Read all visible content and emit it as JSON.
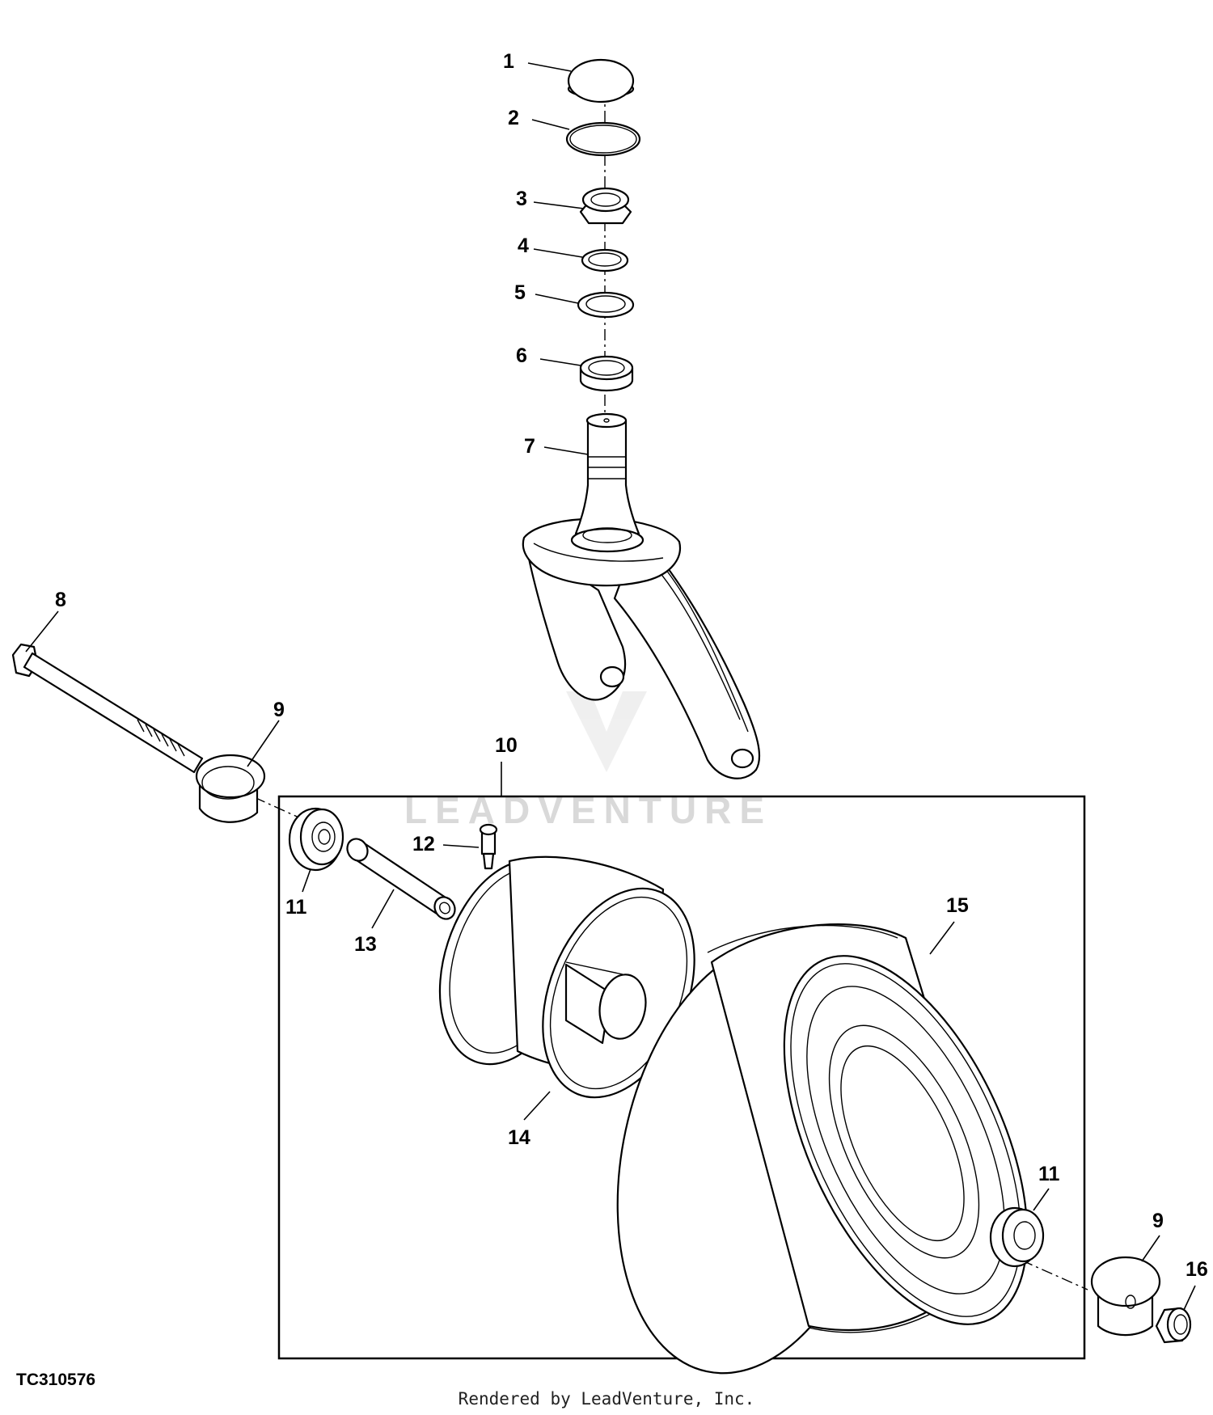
{
  "diagram": {
    "callouts": [
      "1",
      "2",
      "3",
      "4",
      "5",
      "6",
      "7",
      "8",
      "9",
      "10",
      "11",
      "12",
      "13",
      "14",
      "15",
      "11",
      "9",
      "16"
    ],
    "watermark": "LEADVENTURE",
    "drawing_code": "TC310576",
    "rendered_by": "Rendered by LeadVenture, Inc."
  }
}
